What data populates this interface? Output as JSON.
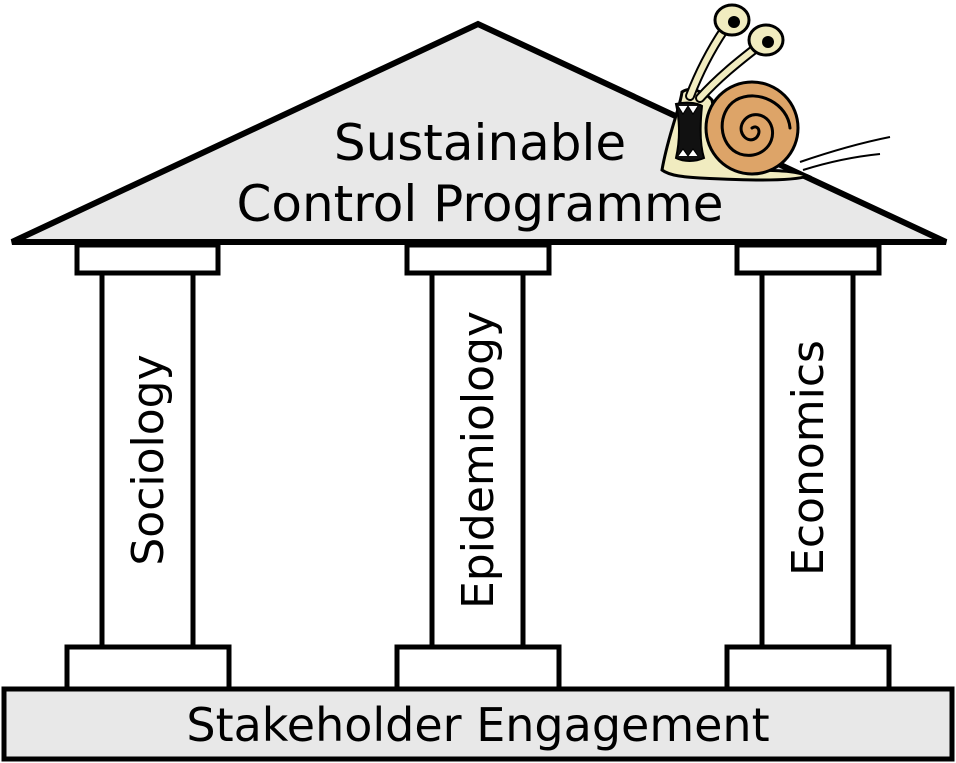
{
  "roof": {
    "line1": "Sustainable",
    "line2": "Control Programme"
  },
  "pillars": [
    {
      "label": "Sociology"
    },
    {
      "label": "Epidemiology"
    },
    {
      "label": "Economics"
    }
  ],
  "foundation": {
    "label": "Stakeholder Engagement"
  },
  "colors": {
    "roof_fill": "#e8e8e8",
    "foundation_fill": "#e8e8e8",
    "outline": "#000000",
    "snail_shell": "#dda468",
    "snail_body": "#f1ecc0"
  },
  "icons": [
    "snail-illustration"
  ]
}
